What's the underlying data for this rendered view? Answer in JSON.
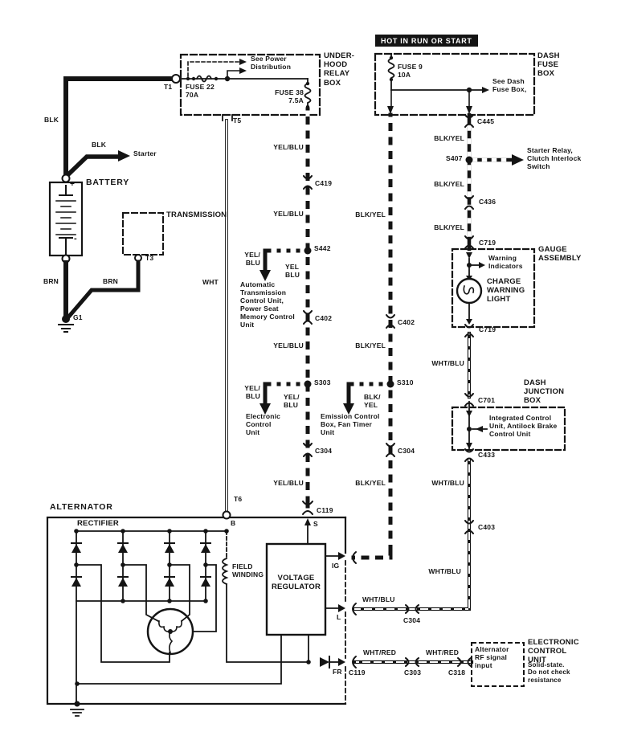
{
  "colors": {
    "ink": "#141414",
    "paper": "#ffffff"
  },
  "banner": {
    "text": "HOT IN RUN OR START"
  },
  "relay_box": {
    "title": "UNDER-\nHOOD\nRELAY\nBOX",
    "see_power": "See Power\nDistribution",
    "fuse22": "FUSE 22\n70A",
    "fuse38": "FUSE 38\n7.5A",
    "t1": "T1",
    "t5": "T5"
  },
  "dash_fuse_box": {
    "title": "DASH\nFUSE\nBOX",
    "fuse9": "FUSE 9\n10A",
    "see_dash": "See Dash\nFuse Box,",
    "c445": "C445"
  },
  "battery": {
    "label": "BATTERY",
    "plus": "+",
    "minus": "-",
    "blk_feed": "BLK",
    "blk_starter": "BLK",
    "starter": "Starter",
    "brn_battery": "BRN",
    "brn_transmission": "BRN",
    "g1": "G1"
  },
  "transmission": {
    "label": "TRANSMISSION",
    "t3": "T3"
  },
  "wht_run": {
    "wht": "WHT",
    "t6": "T6",
    "b": "B"
  },
  "yelblu_run": {
    "w1": "YEL/BLU",
    "c419": "C419",
    "w2": "YEL/BLU",
    "s442": "S442",
    "branch1": "YEL/\nBLU",
    "cont1": "YEL\nBLU",
    "atcu_note": "Automatic\nTransmission\nControl Unit,\nPower Seat\nMemory Control\nUnit",
    "c402": "C402",
    "w3": "YEL/BLU",
    "s303": "S303",
    "branch2": "YEL/\nBLU",
    "cont2": "YEL/\nBLU",
    "ecu_note": "Electronic\nControl\nUnit",
    "c304": "C304",
    "w4": "YEL/BLU",
    "c119": "C119",
    "s": "S"
  },
  "blkyel_run": {
    "w1": "BLK/YEL",
    "c402": "C402",
    "w2": "BLK/YEL",
    "s310": "S310",
    "branch": "BLK/\nYEL",
    "emission_note": "Emission Control\nBox, Fan Timer\nUnit",
    "c304": "C304",
    "w3": "BLK/YEL",
    "ig": "IG"
  },
  "right_run": {
    "w1": "BLK/YEL",
    "s407": "S407",
    "starter_relay_note": "Starter Relay,\nClutch Interlock\nSwitch",
    "w2": "BLK/YEL",
    "c436": "C436",
    "w3": "BLK/YEL",
    "c719_top": "C719",
    "c719_bottom": "C719",
    "w4": "WHT/BLU",
    "c701": "C701",
    "c433": "C433",
    "w5": "WHT/BLU",
    "c403": "C403",
    "w6": "WHT/BLU",
    "w_l": "WHT/BLU",
    "c304": "C304",
    "l": "L"
  },
  "gauge_assembly": {
    "title": "GAUGE\nASSEMBLY",
    "warning": "Warning\nIndicators",
    "charge": "CHARGE\nWARNING\nLIGHT"
  },
  "junction_box": {
    "title": "DASH\nJUNCTION\nBOX",
    "note": "Integrated Control\nUnit, Antilock Brake\nControl Unit"
  },
  "alternator": {
    "label": "ALTERNATOR",
    "rectifier": "RECTIFIER",
    "field_winding": "FIELD\nWINDING",
    "regulator": "VOLTAGE\nREGULATOR",
    "fr": "FR",
    "c119": "C119"
  },
  "fr_run": {
    "w1": "WHT/RED",
    "c303": "C303",
    "w2": "WHT/RED",
    "c318": "C318",
    "rf_note": "Alternator\nRF signal\ninput",
    "ecu_title": "ELECTRONIC\nCONTROL\nUNIT",
    "ecu_note": "Solid-state.\nDo not check\nresistance"
  }
}
